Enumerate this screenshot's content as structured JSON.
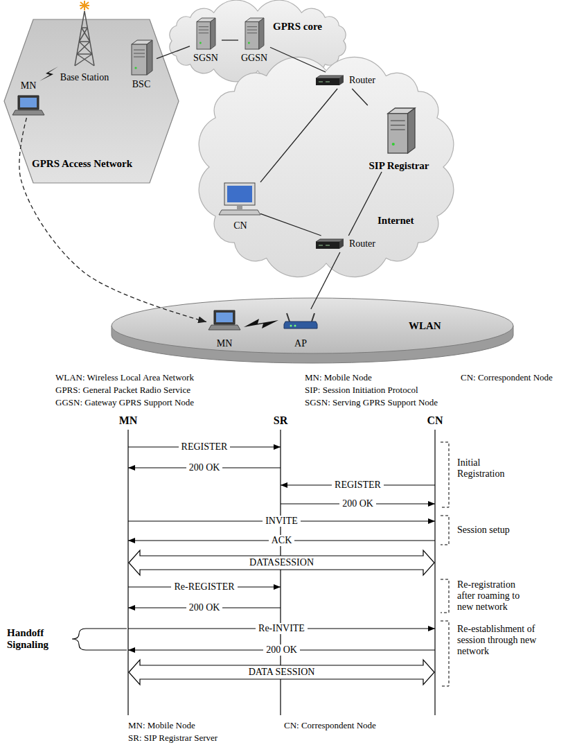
{
  "diagram": {
    "nodes": [
      {
        "text": [
          "GPRS Access Network"
        ]
      },
      {
        "text": [
          "Base Station"
        ],
        "in": 0
      },
      {
        "text": [
          "BSC"
        ],
        "in": 0
      },
      {
        "text": [
          "MN"
        ],
        "in": 0
      },
      {
        "text": [
          "GPRS core"
        ]
      },
      {
        "text": [
          "SGSN"
        ],
        "in": 4
      },
      {
        "text": [
          "GGSN"
        ],
        "in": 4
      },
      {
        "text": [
          "Internet"
        ]
      },
      {
        "text": [
          "Router"
        ],
        "in": 7
      },
      {
        "text": [
          "CN"
        ],
        "in": 7
      },
      {
        "text": [
          "SIP Registrar"
        ],
        "in": 7
      },
      {
        "text": [
          "Router"
        ],
        "in": 7
      },
      {
        "text": [
          "WLAN"
        ]
      },
      {
        "text": [
          "MN"
        ],
        "in": 12
      },
      {
        "text": [
          "AP"
        ],
        "in": 12
      }
    ],
    "edges": [
      {
        "from": 2,
        "to": 5,
        "arrow": "none"
      },
      {
        "from": 5,
        "to": 6,
        "arrow": "none"
      },
      {
        "from": 6,
        "to": 8,
        "arrow": "none"
      },
      {
        "from": 8,
        "to": 9,
        "arrow": "none"
      },
      {
        "from": 8,
        "to": 10,
        "arrow": "none"
      },
      {
        "from": 11,
        "to": 9,
        "arrow": "none"
      },
      {
        "from": 11,
        "to": 10,
        "arrow": "none"
      },
      {
        "from": 11,
        "to": 14,
        "arrow": "none"
      },
      {
        "from": 3,
        "to": 13,
        "arrow": "to"
      }
    ],
    "labels": [
      "WLAN: Wireless Local Area Network",
      "MN: Mobile Node",
      "CN: Correspondent Node",
      "GPRS: General Packet Radio Service",
      "SIP: Session Initiation Protocol",
      "GGSN: Gateway GPRS Support Node",
      "SGSN: Serving GPRS Support Node",
      "MN",
      "SR",
      "CN",
      "REGISTER",
      "200 OK",
      "REGISTER",
      "200 OK",
      "INVITE",
      "ACK",
      "DATASESSION",
      "Re-REGISTER",
      "200 OK",
      "Re-INVITE",
      "200 OK",
      "DATA SESSION",
      "Initial Registration",
      "Session setup",
      "Re-registration after roaming to new network",
      "Re-establishment of session through new network",
      "Handoff Signaling",
      "MN: Mobile Node",
      "CN: Correspondent Node",
      "SR: SIP Registrar Server"
    ]
  }
}
